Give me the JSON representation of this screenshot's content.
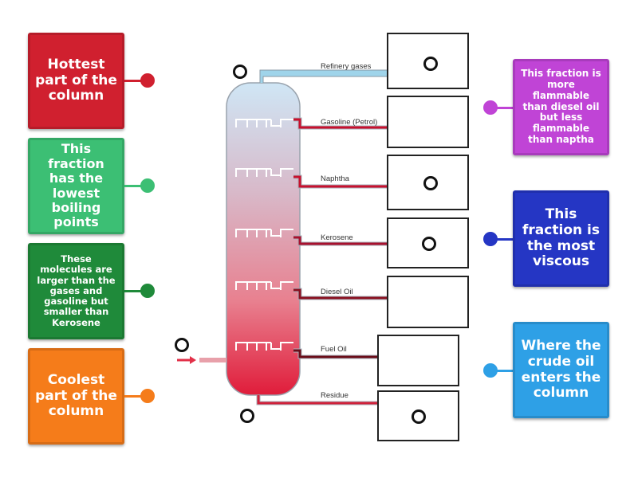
{
  "colors": {
    "red_card": "#d0202f",
    "green_card": "#3cbf74",
    "dark_green_card": "#1f8a3a",
    "orange_card": "#f57c1a",
    "purple_card": "#c044d6",
    "navy_card": "#2536c4",
    "blue_card": "#2ea0e6",
    "pipe_red": "#c8102e",
    "pipe_blue": "#9fd4ea"
  },
  "left_cards": [
    {
      "text": "Hottest part of the column"
    },
    {
      "text": "This fraction has the lowest boiling points"
    },
    {
      "text": "These molecules are larger than the gases and gasoline but smaller than Kerosene"
    },
    {
      "text": "Coolest part of the column"
    }
  ],
  "right_cards": [
    {
      "text": "This fraction is more flammable than diesel oil but less flammable than naptha"
    },
    {
      "text": "This fraction is the most viscous"
    },
    {
      "text": "Where the crude oil enters the column"
    }
  ],
  "fractions": [
    {
      "label": "Refinery gases"
    },
    {
      "label": "Gasoline (Petrol)"
    },
    {
      "label": "Naphtha"
    },
    {
      "label": "Kerosene"
    },
    {
      "label": "Diesel Oil"
    },
    {
      "label": "Fuel Oil"
    },
    {
      "label": "Residue"
    }
  ]
}
